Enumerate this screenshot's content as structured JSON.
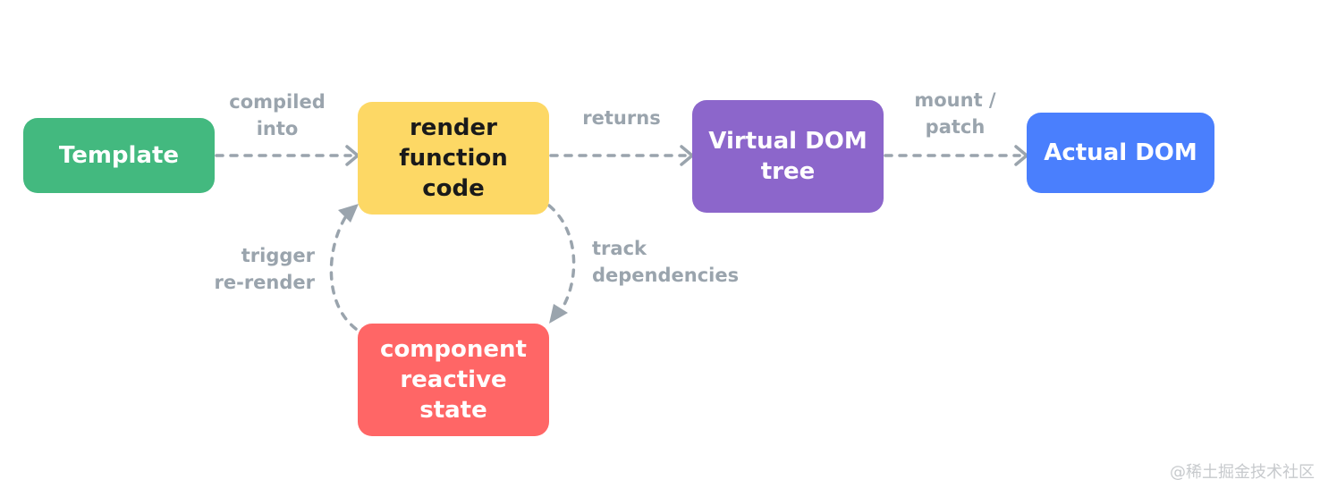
{
  "colors": {
    "template": "#43b97f",
    "render": "#fdd865",
    "virtual_dom": "#8c66cb",
    "actual_dom": "#4a7ffd",
    "state": "#ff6666",
    "edge": "#9aa4ad"
  },
  "nodes": {
    "template": "Template",
    "render": "render\nfunction\ncode",
    "virtual_dom": "Virtual DOM\ntree",
    "actual_dom": "Actual DOM",
    "state": "component\nreactive\nstate"
  },
  "edges": {
    "compiled_into": "compiled\ninto",
    "returns": "returns",
    "mount_patch": "mount /\npatch",
    "track_dependencies": "track\ndependencies",
    "trigger_rerender": "trigger\nre-render"
  },
  "watermark": "@稀土掘金技术社区"
}
